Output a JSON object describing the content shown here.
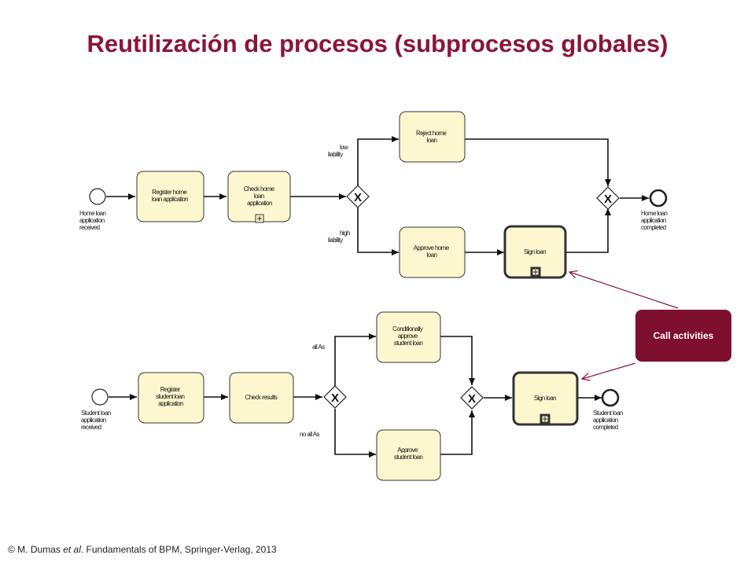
{
  "slide": {
    "title": "Reutilización de procesos (subprocesos globales)",
    "callout": "Call activities",
    "footer_prefix": "© M. Dumas ",
    "footer_etal": "et al",
    "footer_suffix": ". Fundamentals of BPM, Springer-Verlag, 2013"
  },
  "colors": {
    "title": "#8b1538",
    "callout": "#7f0f2f",
    "task_fill": "#fdf7cf"
  },
  "home_loan": {
    "start_label": [
      "Home loan",
      "application",
      "received"
    ],
    "end_label": [
      "Home loan",
      "application",
      "completed"
    ],
    "task_register": [
      "Register home",
      "loan application"
    ],
    "task_check": [
      "Check home",
      "loan",
      "application"
    ],
    "task_reject": [
      "Reject home",
      "loan"
    ],
    "task_approve": [
      "Approve home",
      "loan"
    ],
    "task_sign": [
      "Sign loan"
    ],
    "flow_low": [
      "low",
      "liability"
    ],
    "flow_high": [
      "high",
      "liability"
    ]
  },
  "student_loan": {
    "start_label": [
      "Student loan",
      "application",
      "received"
    ],
    "end_label": [
      "Student loan",
      "application",
      "completed"
    ],
    "task_register": [
      "Register",
      "student loan",
      "application"
    ],
    "task_check": [
      "Check results"
    ],
    "task_cond_approve": [
      "Conditionally",
      "approve",
      "student loan"
    ],
    "task_approve": [
      "Approve",
      "student loan"
    ],
    "task_sign": [
      "Sign loan"
    ],
    "flow_a": [
      "all As"
    ],
    "flow_no_a": [
      "no all As"
    ]
  }
}
